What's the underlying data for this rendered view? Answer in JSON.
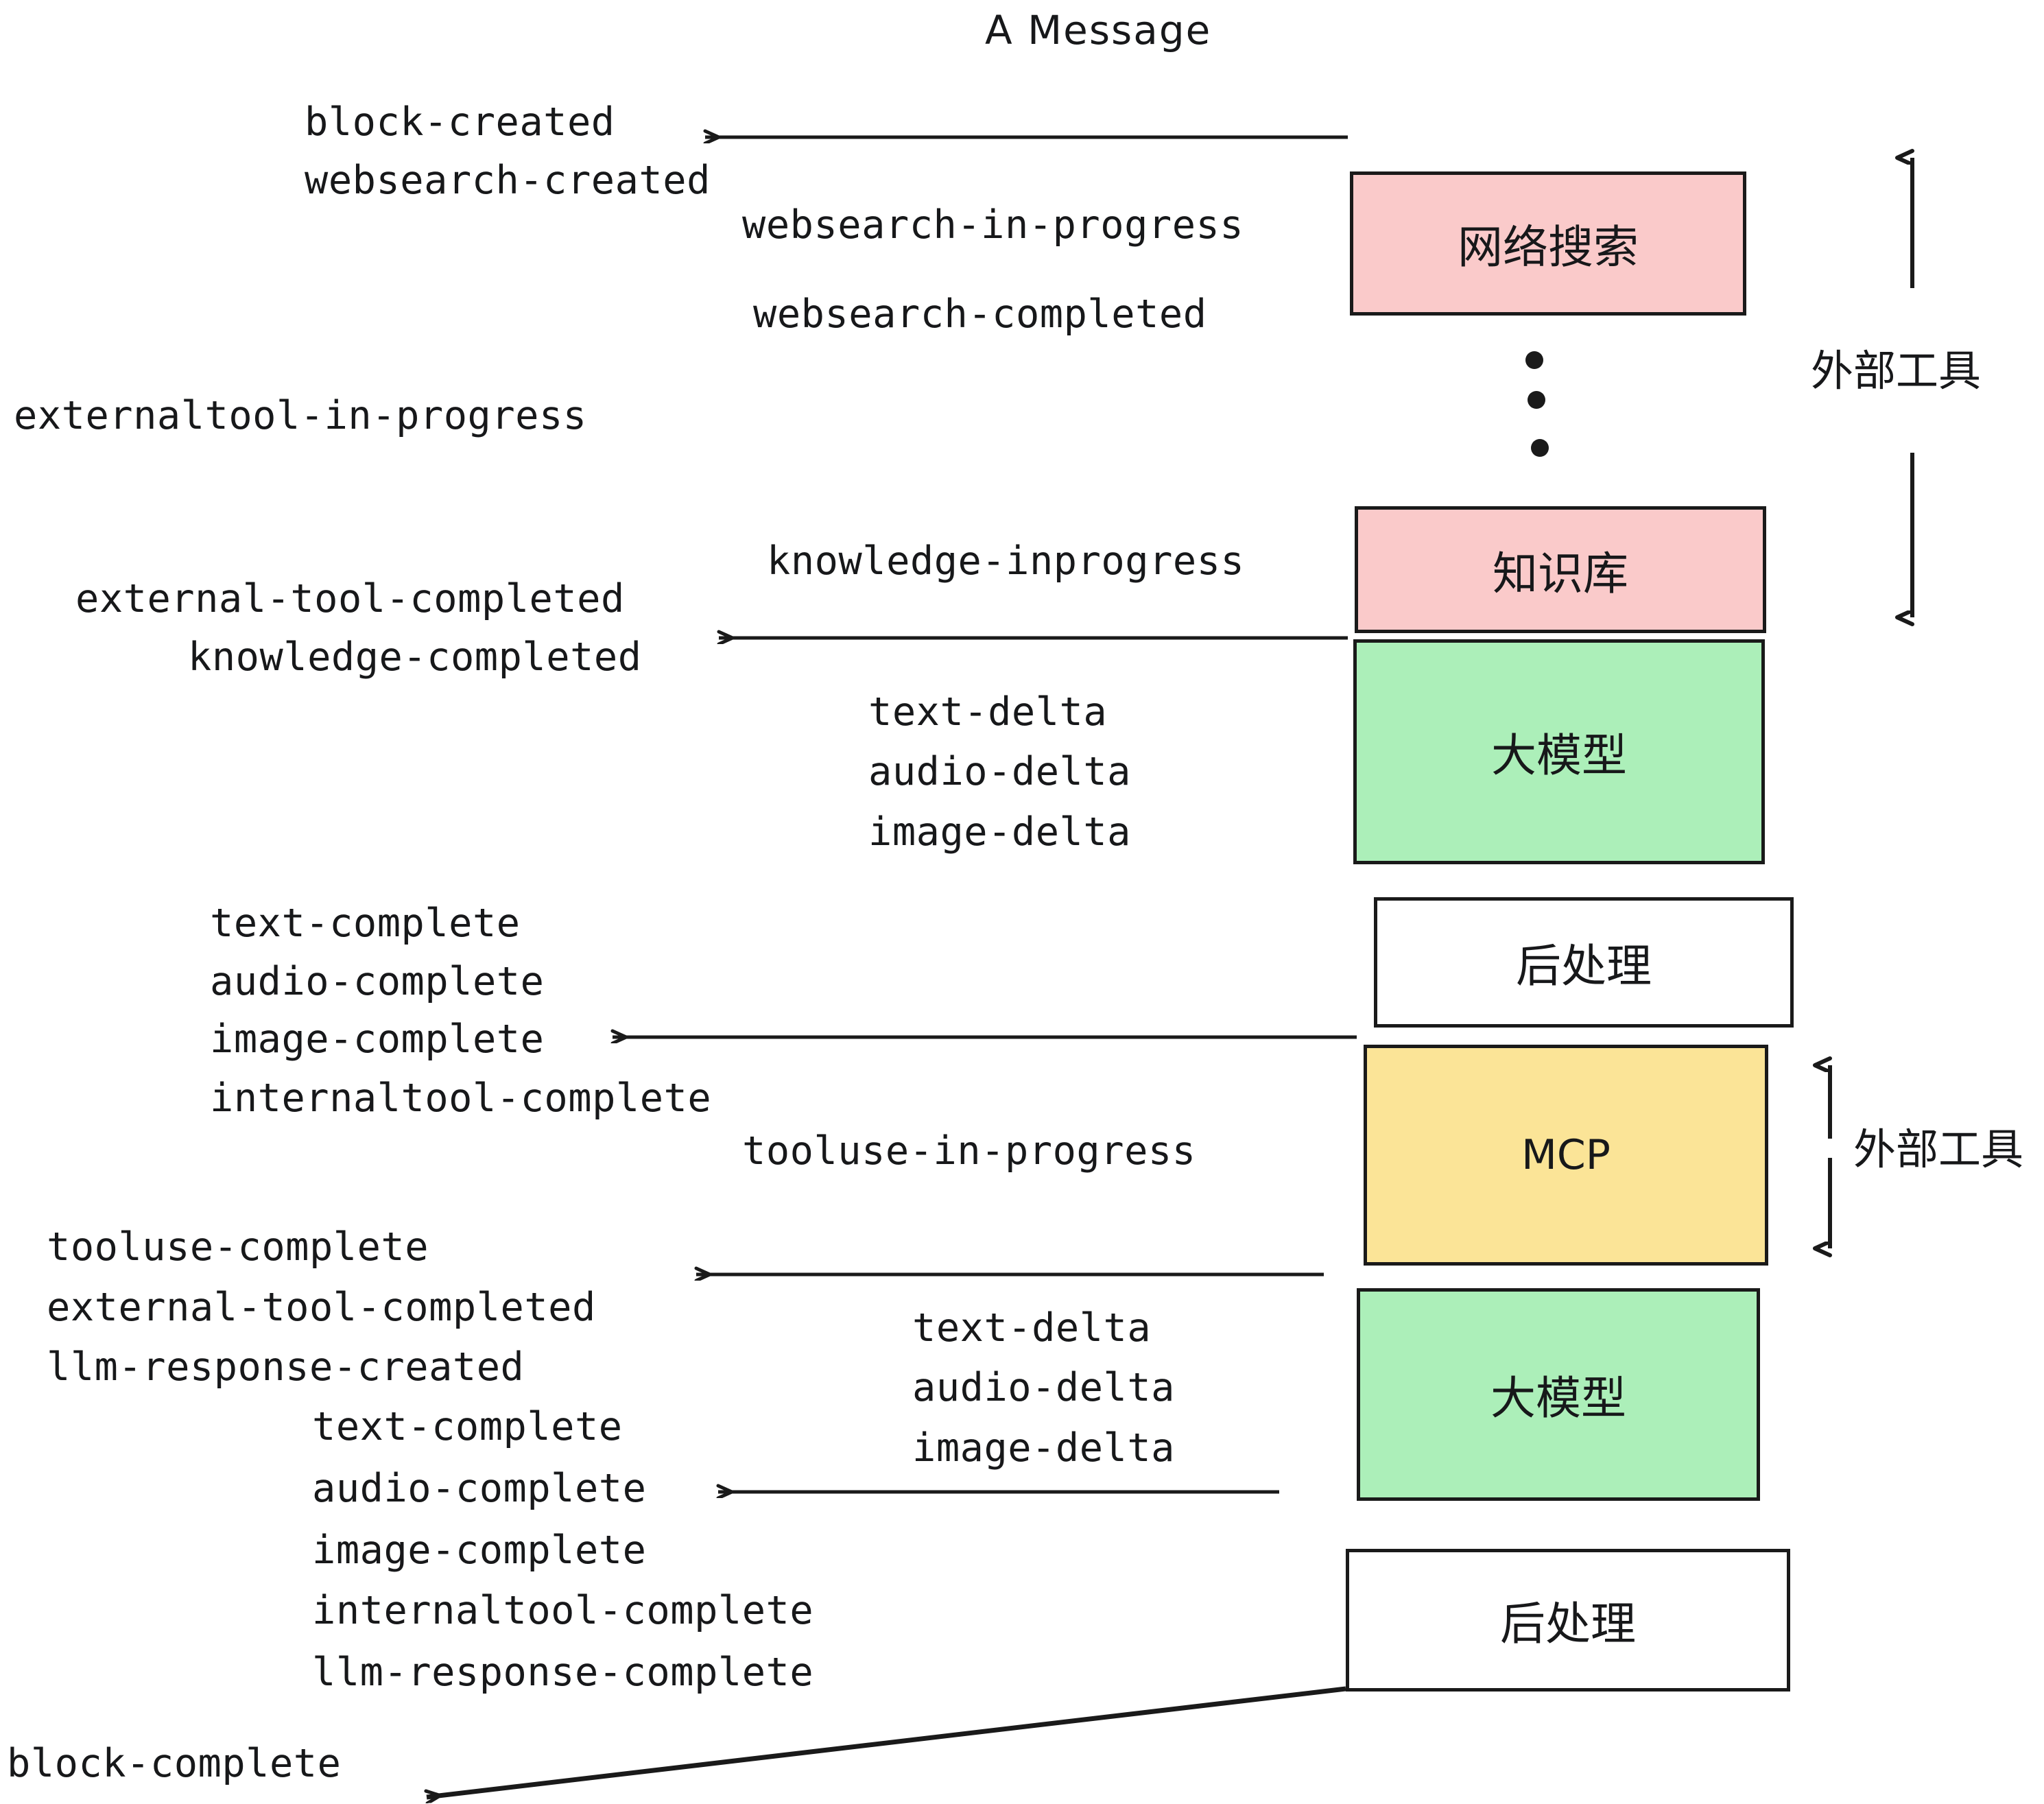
{
  "diagram": {
    "title": "A Message",
    "colors": {
      "pink": "#FACACA",
      "green": "#ACEFB9",
      "yellow": "#FBE497",
      "white": "#FFFFFF",
      "stroke": "#1A1A1A",
      "text": "#17181A"
    },
    "boxes": [
      {
        "id": "websearch",
        "label": "网络搜索",
        "fill": "#FACACA"
      },
      {
        "id": "knowledge",
        "label": "知识库",
        "fill": "#FACACA"
      },
      {
        "id": "llm-1",
        "label": "大模型",
        "fill": "#ACEFB9"
      },
      {
        "id": "postprocess-1",
        "label": "后处理",
        "fill": "#FFFFFF"
      },
      {
        "id": "mcp",
        "label": "MCP",
        "fill": "#FBE497"
      },
      {
        "id": "llm-2",
        "label": "大模型",
        "fill": "#ACEFB9"
      },
      {
        "id": "postprocess-2",
        "label": "后处理",
        "fill": "#FFFFFF"
      }
    ],
    "side_labels": [
      {
        "id": "external-tools-top",
        "label": "外部工具"
      },
      {
        "id": "external-tools-bottom",
        "label": "外部工具"
      }
    ],
    "events": {
      "block_created": "block-created",
      "websearch_created": "websearch-created",
      "websearch_in_progress": "websearch-in-progress",
      "websearch_completed": "websearch-completed",
      "externaltool_in_progress": "externaltool-in-progress",
      "knowledge_inprogress": "knowledge-inprogress",
      "external_tool_completed_1": "external-tool-completed",
      "knowledge_completed": "knowledge-completed",
      "text_delta_1": "text-delta",
      "audio_delta_1": "audio-delta",
      "image_delta_1": "image-delta",
      "text_complete_1": "text-complete",
      "audio_complete_1": "audio-complete",
      "image_complete_1": "image-complete",
      "internaltool_complete_1": "internaltool-complete",
      "tooluse_in_progress": "tooluse-in-progress",
      "tooluse_complete": "tooluse-complete",
      "external_tool_completed_2": "external-tool-completed",
      "llm_response_created": "llm-response-created",
      "text_delta_2": "text-delta",
      "audio_delta_2": "audio-delta",
      "image_delta_2": "image-delta",
      "text_complete_2": "text-complete",
      "audio_complete_2": "audio-complete",
      "image_complete_2": "image-complete",
      "internaltool_complete_2": "internaltool-complete",
      "llm_response_complete": "llm-response-complete",
      "block_complete": "block-complete"
    },
    "ellipsis": "⋮"
  }
}
